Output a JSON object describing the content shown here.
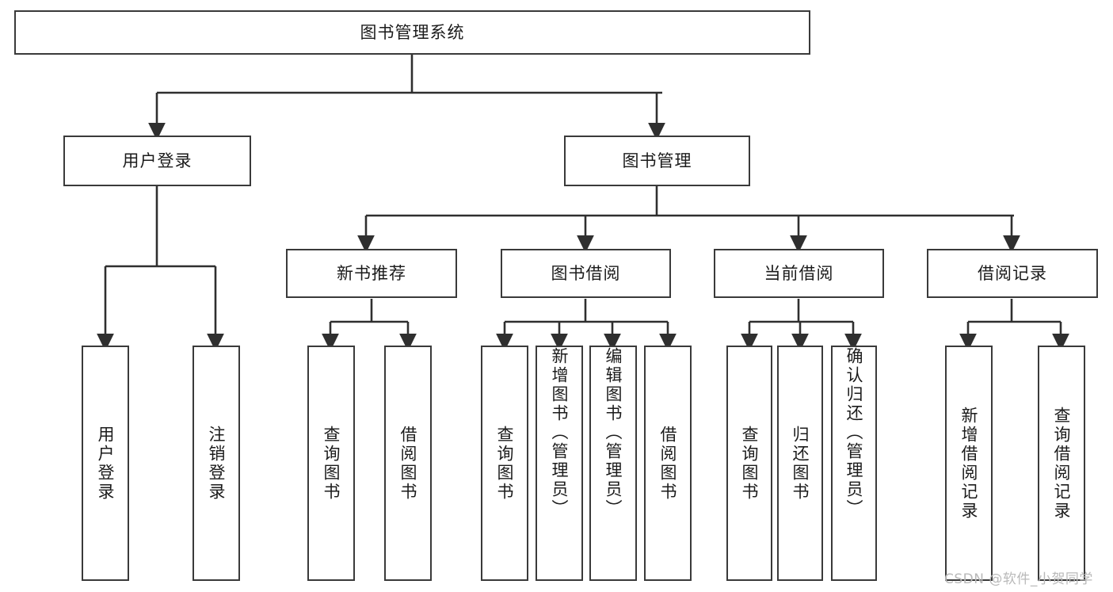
{
  "diagram": {
    "title": "图书管理系统",
    "type": "functional-structure-tree",
    "root": {
      "label": "图书管理系统"
    },
    "level2": [
      {
        "label": "用户登录"
      },
      {
        "label": "图书管理"
      }
    ],
    "level3": [
      {
        "label": "新书推荐"
      },
      {
        "label": "图书借阅"
      },
      {
        "label": "当前借阅"
      },
      {
        "label": "借阅记录"
      }
    ],
    "leaves": {
      "user_login": [
        {
          "label": "用户登录"
        },
        {
          "label": "注销登录"
        }
      ],
      "new_book_recommend": [
        {
          "label": "查询图书"
        },
        {
          "label": "借阅图书"
        }
      ],
      "book_borrow": [
        {
          "label": "查询图书"
        },
        {
          "label": "新增图书（管理员）"
        },
        {
          "label": "编辑图书（管理员）"
        },
        {
          "label": "借阅图书"
        }
      ],
      "current_borrow": [
        {
          "label": "查询图书"
        },
        {
          "label": "归还图书"
        },
        {
          "label": "确认归还（管理员）"
        }
      ],
      "borrow_record": [
        {
          "label": "新增借阅记录"
        },
        {
          "label": "查询借阅记录"
        }
      ]
    }
  },
  "watermark": {
    "text": "CSDN @软件_小贺同学"
  },
  "colors": {
    "box_border": "#3a3a3a",
    "line": "#2f2f2f",
    "text": "#1b1b1b",
    "background": "#ffffff",
    "watermark": "#b9b9b9"
  }
}
